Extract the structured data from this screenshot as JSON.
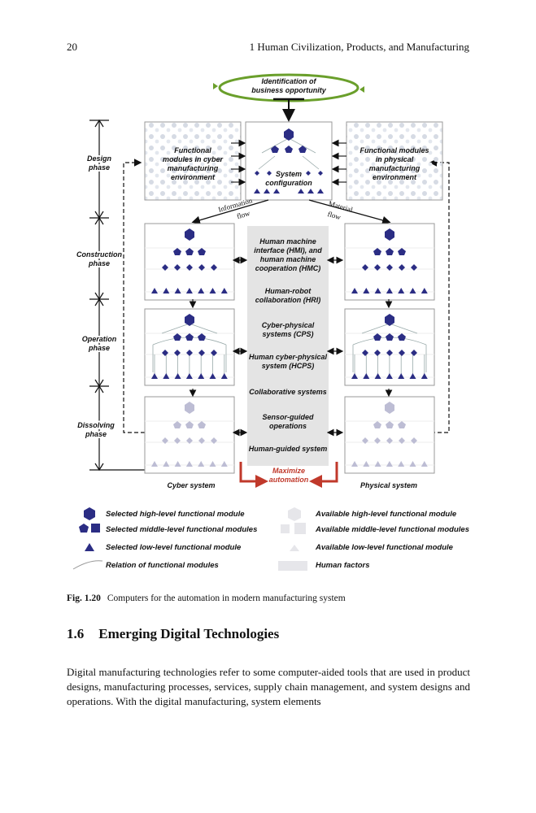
{
  "header": {
    "page_number": "20",
    "running_head": "1   Human Civilization, Products, and Manufacturing"
  },
  "figure": {
    "top_label": [
      "Identification of",
      "business opportunity"
    ],
    "phases": [
      [
        "Design",
        "phase"
      ],
      [
        "Construction",
        "phase"
      ],
      [
        "Operation",
        "phase"
      ],
      [
        "Dissolving",
        "phase"
      ]
    ],
    "cyber_modules": [
      "Functional",
      "modules in cyber",
      "manufacturing",
      "environment"
    ],
    "physical_modules": [
      "Functional modules",
      "in physical",
      "manufacturing",
      "environment"
    ],
    "system_config": [
      "System",
      "configuration"
    ],
    "information_flow": [
      "Information",
      "flow"
    ],
    "material_flow": [
      "Material",
      "flow"
    ],
    "center_labels": [
      [
        "Human machine",
        "interface (HMI), and",
        "human machine",
        "cooperation (HMC)"
      ],
      [
        "Human-robot",
        "collaboration (HRI)"
      ],
      [
        "Cyber-physical",
        "systems (CPS)"
      ],
      [
        "Human cyber-physical",
        "system (HCPS)"
      ],
      [
        "Collaborative systems"
      ],
      [
        "Sensor-guided",
        "operations"
      ],
      [
        "Human-guided system"
      ]
    ],
    "maximize": [
      "Maximize",
      "automation"
    ],
    "cyber_system": "Cyber system",
    "physical_system": "Physical system",
    "legend": {
      "selected_high": "Selected high-level functional module",
      "selected_middle": "Selected middle-level functional modules",
      "selected_low": "Selected low-level functional module",
      "relation": "Relation of functional modules",
      "available_high": "Available high-level functional module",
      "available_middle": "Available middle-level functional modules",
      "available_low": "Available low-level functional module",
      "human_factors": "Human factors"
    },
    "colors": {
      "selected": "#2b2d84",
      "available": "#bdbdd4",
      "ellipse": "#6a9f2b",
      "arrow_red": "#c0392b"
    }
  },
  "caption": {
    "label": "Fig. 1.20",
    "text": "Computers for the automation in modern manufacturing system"
  },
  "section": {
    "number": "1.6",
    "title": "Emerging Digital Technologies"
  },
  "body": {
    "paragraph": "Digital manufacturing technologies refer to some computer-aided tools that are used in product designs, manufacturing processes, services, supply chain management, and system designs and operations. With the digital manufacturing, system elements"
  }
}
